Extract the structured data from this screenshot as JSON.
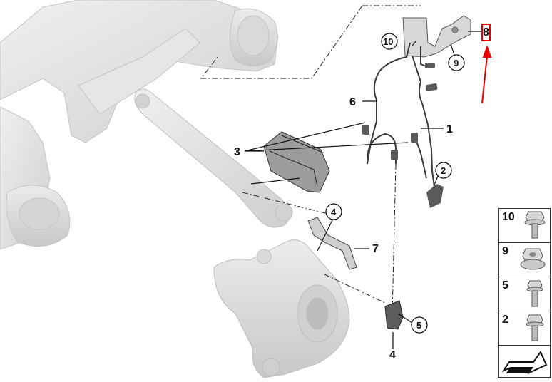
{
  "callouts": {
    "c1": "1",
    "c2": "2",
    "c3": "3",
    "c4a": "4",
    "c4b": "4",
    "c5": "5",
    "c6": "6",
    "c7": "7",
    "c8": "8",
    "c9": "9",
    "c10": "10"
  },
  "legend": {
    "items": [
      {
        "number": "10",
        "icon": "flange-bolt-icon"
      },
      {
        "number": "9",
        "icon": "flange-nut-icon"
      },
      {
        "number": "5",
        "icon": "bolt-icon"
      },
      {
        "number": "2",
        "icon": "torx-bolt-icon"
      }
    ],
    "footer_icon": "direction-arrow-icon"
  },
  "colors": {
    "highlight": "#e60000",
    "part_gray": "#e3e3e3",
    "line": "#222222"
  }
}
